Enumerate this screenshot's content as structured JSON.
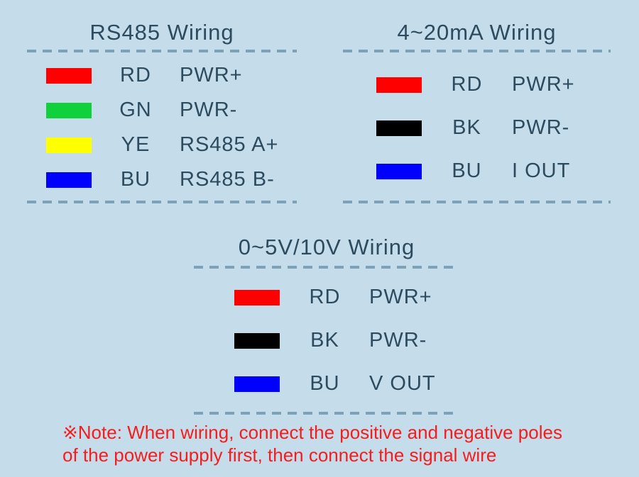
{
  "colors": {
    "background": "#c5dcea",
    "text": "#2d4b5e",
    "divider": "#7da1b6",
    "note_text": "#f71c1c"
  },
  "sections": [
    {
      "id": "rs485",
      "title": "RS485 Wiring",
      "rows": [
        {
          "color_name": "red",
          "color": "#ff0000",
          "code": "RD",
          "signal": "PWR+"
        },
        {
          "color_name": "green",
          "color": "#10d13c",
          "code": "GN",
          "signal": "PWR-"
        },
        {
          "color_name": "yellow",
          "color": "#ffff00",
          "code": "YE",
          "signal": "RS485 A+"
        },
        {
          "color_name": "blue",
          "color": "#0000ff",
          "code": "BU",
          "signal": "RS485 B-"
        }
      ]
    },
    {
      "id": "4-20ma",
      "title": "4~20mA Wiring",
      "rows": [
        {
          "color_name": "red",
          "color": "#ff0000",
          "code": "RD",
          "signal": "PWR+"
        },
        {
          "color_name": "black",
          "color": "#000000",
          "code": "BK",
          "signal": "PWR-"
        },
        {
          "color_name": "blue",
          "color": "#0000ff",
          "code": "BU",
          "signal": "I OUT"
        }
      ]
    },
    {
      "id": "0-5v-10v",
      "title": "0~5V/10V Wiring",
      "rows": [
        {
          "color_name": "red",
          "color": "#ff0000",
          "code": "RD",
          "signal": "PWR+"
        },
        {
          "color_name": "black",
          "color": "#000000",
          "code": "BK",
          "signal": "PWR-"
        },
        {
          "color_name": "blue",
          "color": "#0000ff",
          "code": "BU",
          "signal": "V OUT"
        }
      ]
    }
  ],
  "note": {
    "line1": "※Note: When wiring, connect the positive and negative poles",
    "line2": "of the power supply first, then connect the signal wire"
  }
}
